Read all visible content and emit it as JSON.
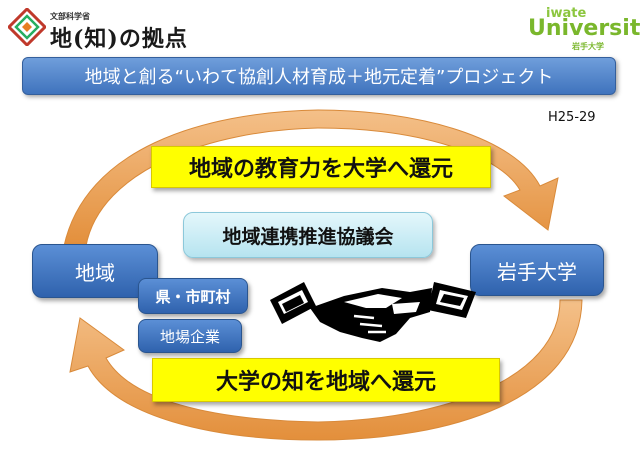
{
  "header": {
    "logo_small": "文部科学省",
    "logo_main": "地(知)の拠点",
    "brand_top": "iwate",
    "brand_main": "University",
    "brand_sub": "岩手大学"
  },
  "title": "地域と創る“いわて協創人材育成＋地元定着”プロジェクト",
  "period": "H25-29",
  "diagram": {
    "top_banner": "地域の教育力を大学へ還元",
    "bottom_banner": "大学の知を地域へ還元",
    "council": "地域連携推進協議会",
    "region": "地域",
    "university": "岩手大学",
    "region_sub": [
      "県・市町村",
      "地場企業"
    ]
  },
  "colors": {
    "title_bar": "#4f83c9",
    "banner": "#ffff00",
    "arrow": "#eda055",
    "box_blue": "#3f73bd",
    "council_bg": "#c7ecf5"
  },
  "icons": [
    "diamond-lattice-logo-icon",
    "handshake-icon"
  ]
}
